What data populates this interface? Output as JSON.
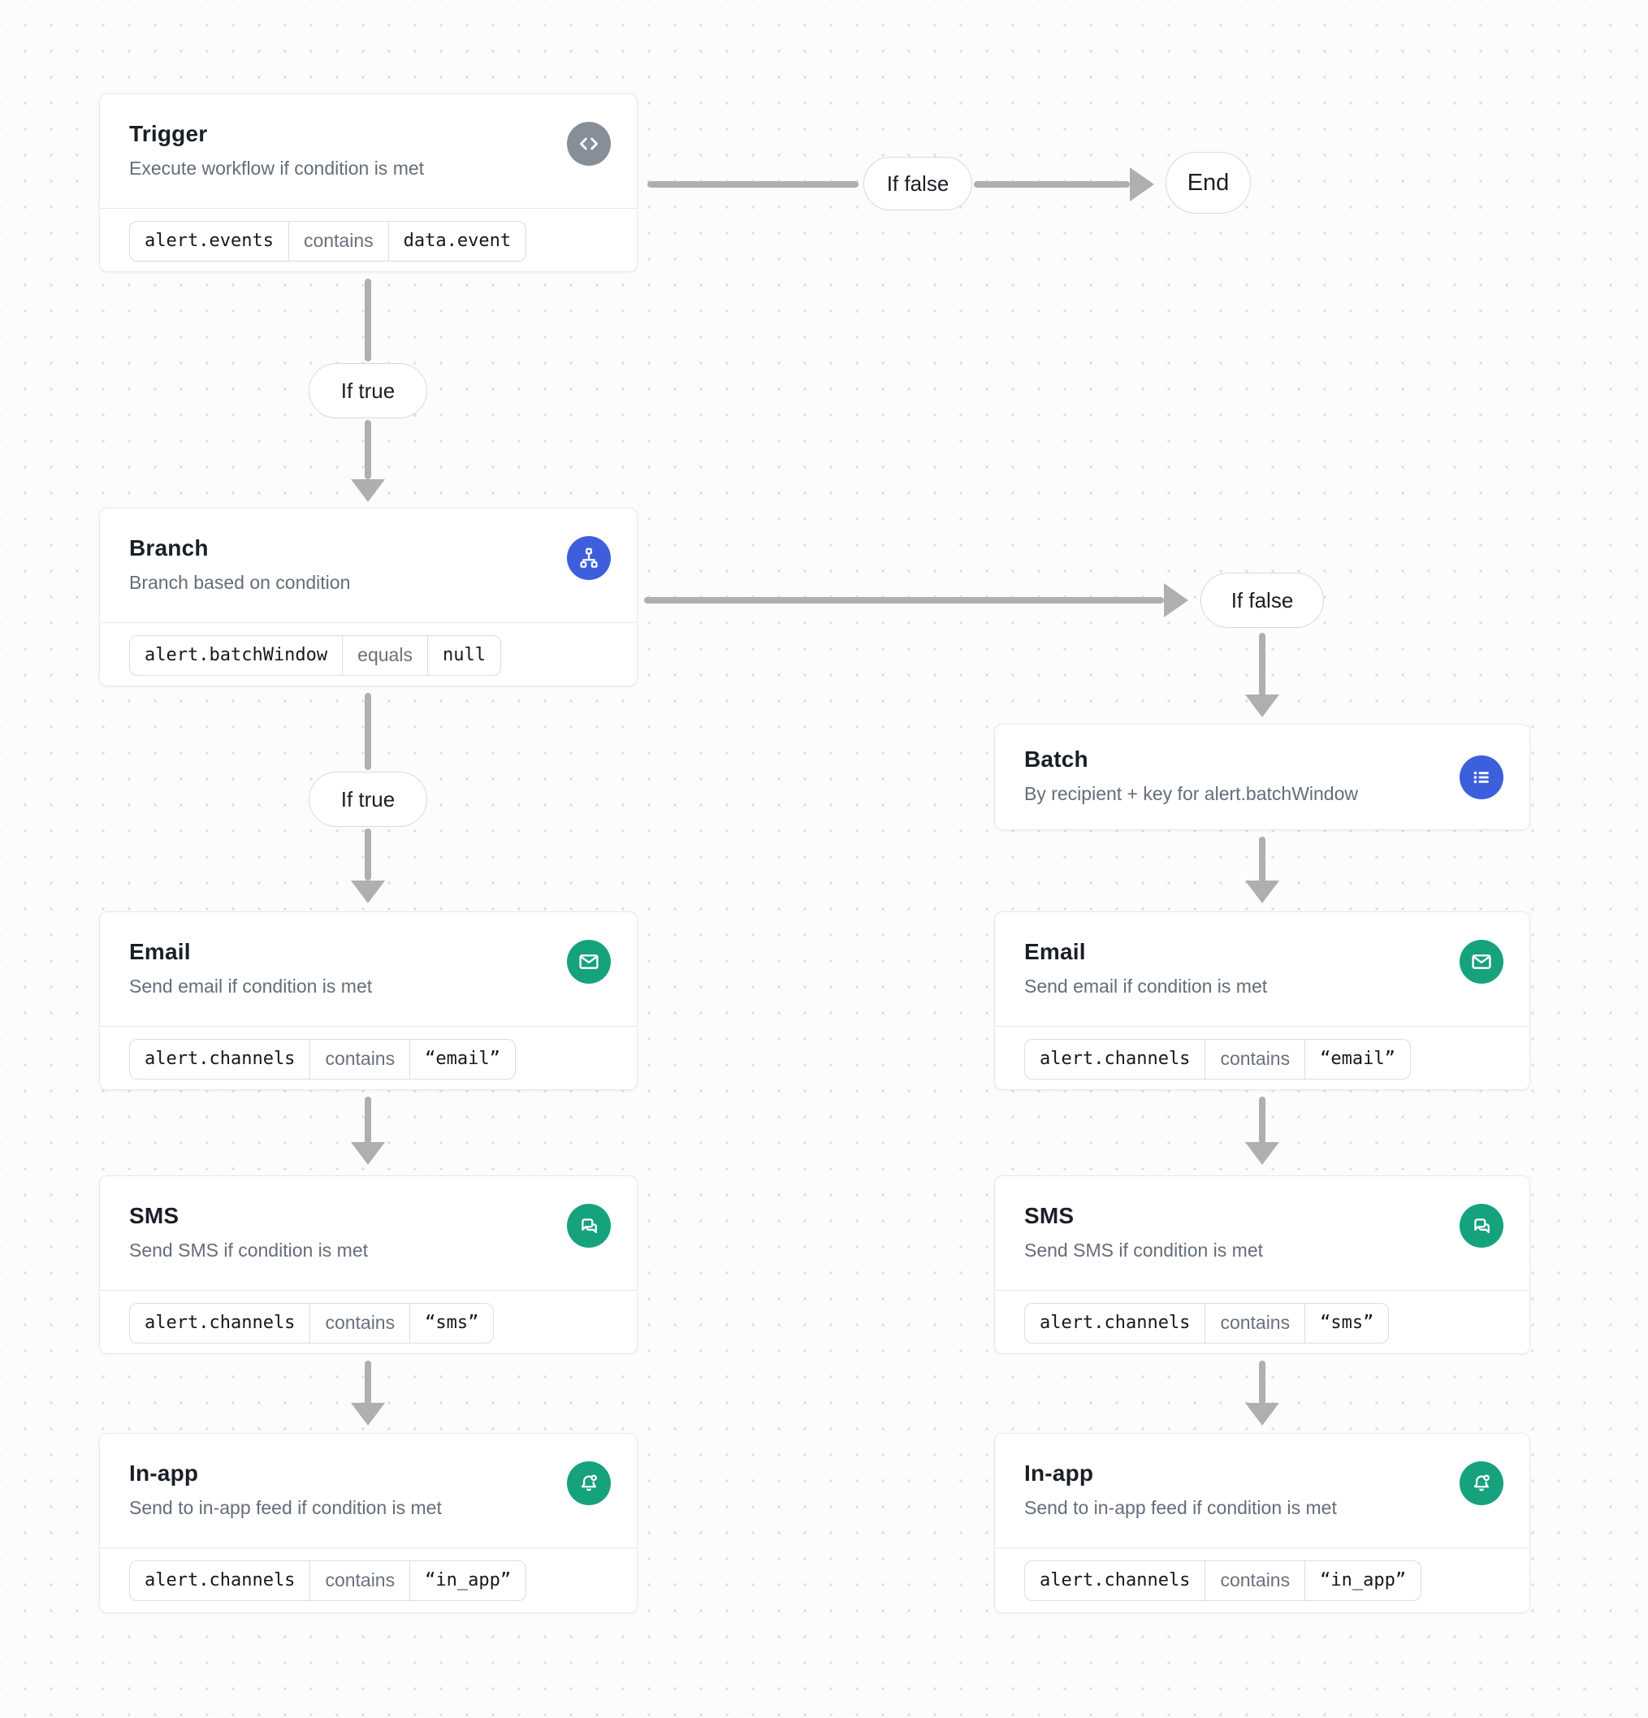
{
  "colors": {
    "accent_blue": "#3D5FDC",
    "accent_green": "#16A27D",
    "accent_gray": "#878E98",
    "connector": "#AFAFAF",
    "card_border": "#E7E9ED",
    "title_text": "#1A1F27",
    "subtitle_text": "#646D78",
    "chip_border": "#D9DDE3",
    "chip_code_text": "#15181C",
    "chip_operator_text": "#6A717C",
    "dot_grid": "#DFDFDF",
    "canvas_bg": "#FCFCFC"
  },
  "edge_labels": {
    "if_true": "If true",
    "if_false": "If false"
  },
  "end_node": {
    "label": "End"
  },
  "nodes": {
    "trigger": {
      "title": "Trigger",
      "subtitle": "Execute workflow if condition is met",
      "icon": "code-icon",
      "condition": {
        "field": "alert.events",
        "operator": "contains",
        "value": "data.event"
      }
    },
    "branch": {
      "title": "Branch",
      "subtitle": "Branch based on condition",
      "icon": "sitemap-icon",
      "condition": {
        "field": "alert.batchWindow",
        "operator": "equals",
        "value": "null"
      }
    },
    "batch": {
      "title": "Batch",
      "subtitle": "By recipient + key for alert.batchWindow",
      "icon": "list-icon"
    },
    "email_left": {
      "title": "Email",
      "subtitle": "Send email if condition is met",
      "icon": "mail-icon",
      "condition": {
        "field": "alert.channels",
        "operator": "contains",
        "value": "“email”"
      }
    },
    "sms_left": {
      "title": "SMS",
      "subtitle": "Send SMS if condition is met",
      "icon": "chat-icon",
      "condition": {
        "field": "alert.channels",
        "operator": "contains",
        "value": "“sms”"
      }
    },
    "inapp_left": {
      "title": "In-app",
      "subtitle": "Send to in-app feed if condition is met",
      "icon": "bell-icon",
      "condition": {
        "field": "alert.channels",
        "operator": "contains",
        "value": "“in_app”"
      }
    },
    "email_right": {
      "title": "Email",
      "subtitle": "Send email if condition is met",
      "icon": "mail-icon",
      "condition": {
        "field": "alert.channels",
        "operator": "contains",
        "value": "“email”"
      }
    },
    "sms_right": {
      "title": "SMS",
      "subtitle": "Send SMS if condition is met",
      "icon": "chat-icon",
      "condition": {
        "field": "alert.channels",
        "operator": "contains",
        "value": "“sms”"
      }
    },
    "inapp_right": {
      "title": "In-app",
      "subtitle": "Send to in-app feed if condition is met",
      "icon": "bell-icon",
      "condition": {
        "field": "alert.channels",
        "operator": "contains",
        "value": "“in_app”"
      }
    }
  }
}
